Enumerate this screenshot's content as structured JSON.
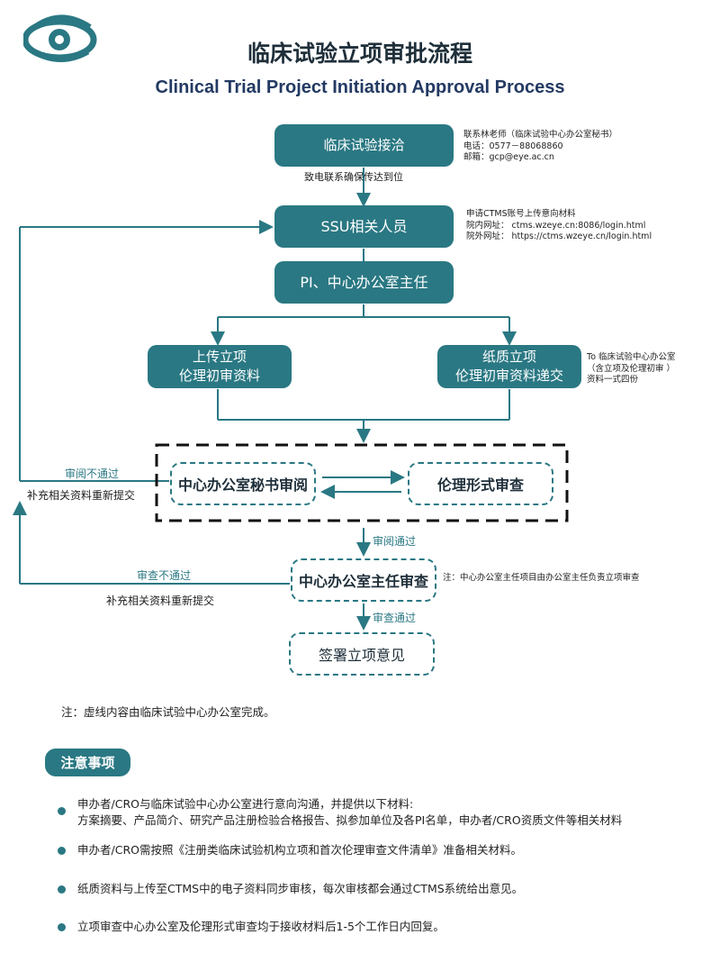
{
  "header": {
    "title_cn": "临床试验立项审批流程",
    "title_en": "Clinical Trial Project Initiation Approval Process"
  },
  "flow": {
    "step1": "临床试验接洽",
    "step1_note_below": "致电联系确保传达到位",
    "step1_contact": [
      "联系林老师（临床试验中心办公室秘书）",
      "电话：0577－88068860",
      "邮箱：gcp@eye.ac.cn"
    ],
    "step2": "SSU相关人员",
    "step2_info": [
      "申请CTMS账号上传意向材料",
      "院内网址：  ctms.wzeye.cn:8086/login.html",
      "院外网址：  https://ctms.wzeye.cn/login.html"
    ],
    "step3": "PI、中心办公室主任",
    "left_branch": [
      "上传立项",
      "伦理初审资料"
    ],
    "right_branch": [
      "纸质立项",
      "伦理初审资料递交"
    ],
    "right_branch_note": [
      "To 临床试验中心办公室",
      "（含立项及伦理初审 ）",
      "资料一式四份"
    ],
    "review_secretary": "中心办公室秘书审阅",
    "review_ethics": "伦理形式审查",
    "fail1_label": "审阅不通过",
    "fail1_action": "补充相关资料重新提交",
    "pass1_label": "审阅通过",
    "director_review": "中心办公室主任审查",
    "director_note": "注：中心办公室主任项目由办公室主任负责立项审查",
    "fail2_label": "审查不通过",
    "fail2_action": "补充相关资料重新提交",
    "pass2_label": "审查通过",
    "final_step": "签署立项意见",
    "dashed_note": "注：虚线内容由临床试验中心办公室完成。"
  },
  "notice": {
    "heading": "注意事项",
    "items": [
      [
        "申办者/CRO与临床试验中心办公室进行意向沟通，并提供以下材料:",
        "方案摘要、产品简介、研究产品注册检验合格报告、拟参加单位及各PI名单，申办者/CRO资质文件等相关材料"
      ],
      [
        "申办者/CRO需按照《注册类临床试验机构立项和首次伦理审查文件清单》准备相关材料。"
      ],
      [
        "纸质资料与上传至CTMS中的电子资料同步审核，每次审核都会通过CTMS系统给出意见。"
      ],
      [
        "立项审查中心办公室及伦理形式审查均于接收材料后1-5个工作日内回复。"
      ]
    ]
  },
  "colors": {
    "accent": "#2a7883",
    "title": "#1f2f3a",
    "title_en": "#233a63"
  },
  "icons": {
    "logo": "eye-logo-icon"
  }
}
